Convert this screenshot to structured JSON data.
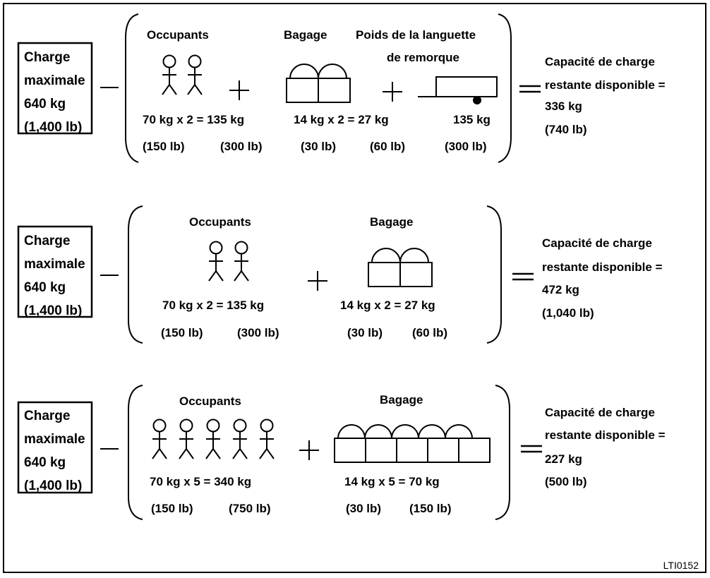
{
  "diagram_code": "LTI0152",
  "rows": [
    {
      "max_load": {
        "line1": "Charge",
        "line2": "maximale",
        "line3": "640 kg",
        "line4": "(1,400 lb)"
      },
      "occupants": {
        "label": "Occupants",
        "count": 2,
        "formula": "70 kg x 2 = 135 kg",
        "lb_each": "(150 lb)",
        "lb_total": "(300 lb)"
      },
      "luggage": {
        "label": "Bagage",
        "count": 2,
        "formula": "14 kg x 2 = 27 kg",
        "lb_each": "(30 lb)",
        "lb_total": "(60 lb)"
      },
      "tongue": {
        "label_line1": "Poids de la languette",
        "label_line2": "de remorque",
        "weight": "135 kg",
        "weight_lb": "(300 lb)"
      },
      "result": {
        "line1": "Capacité de charge",
        "line2": "restante disponible =",
        "line3": "336 kg",
        "line4": "(740 lb)"
      }
    },
    {
      "max_load": {
        "line1": "Charge",
        "line2": "maximale",
        "line3": "640 kg",
        "line4": "(1,400 lb)"
      },
      "occupants": {
        "label": "Occupants",
        "count": 2,
        "formula": "70 kg x 2 = 135 kg",
        "lb_each": "(150 lb)",
        "lb_total": "(300 lb)"
      },
      "luggage": {
        "label": "Bagage",
        "count": 2,
        "formula": "14 kg x 2 = 27 kg",
        "lb_each": "(30 lb)",
        "lb_total": "(60 lb)"
      },
      "result": {
        "line1": "Capacité de charge",
        "line2": "restante disponible =",
        "line3": "472 kg",
        "line4": "(1,040 lb)"
      }
    },
    {
      "max_load": {
        "line1": "Charge",
        "line2": "maximale",
        "line3": "640 kg",
        "line4": "(1,400 lb)"
      },
      "occupants": {
        "label": "Occupants",
        "count": 5,
        "formula": "70 kg x 5 = 340 kg",
        "lb_each": "(150 lb)",
        "lb_total": "(750 lb)"
      },
      "luggage": {
        "label": "Bagage",
        "count": 5,
        "formula": "14 kg x 5 = 70 kg",
        "lb_each": "(30 lb)",
        "lb_total": "(150 lb)"
      },
      "result": {
        "line1": "Capacité de charge",
        "line2": "restante disponible =",
        "line3": "227 kg",
        "line4": "(500 lb)"
      }
    }
  ]
}
